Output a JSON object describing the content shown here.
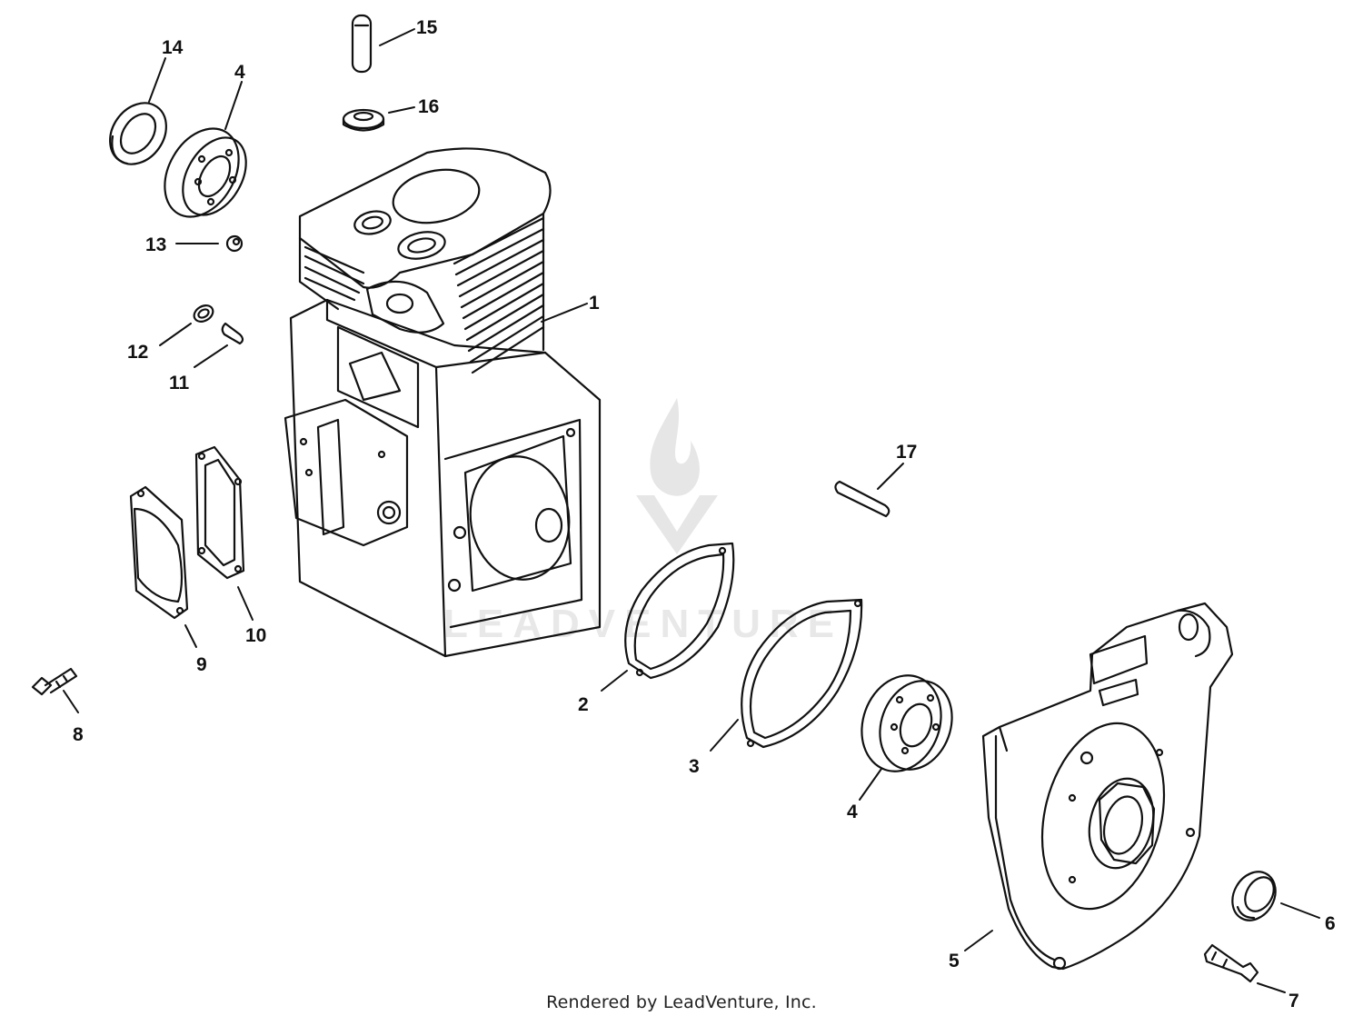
{
  "diagram": {
    "callouts": [
      {
        "id": "c1",
        "text": "1"
      },
      {
        "id": "c2",
        "text": "2"
      },
      {
        "id": "c3",
        "text": "3"
      },
      {
        "id": "c4a",
        "text": "4"
      },
      {
        "id": "c4b",
        "text": "4"
      },
      {
        "id": "c5",
        "text": "5"
      },
      {
        "id": "c6",
        "text": "6"
      },
      {
        "id": "c7",
        "text": "7"
      },
      {
        "id": "c8",
        "text": "8"
      },
      {
        "id": "c9",
        "text": "9"
      },
      {
        "id": "c10",
        "text": "10"
      },
      {
        "id": "c11",
        "text": "11"
      },
      {
        "id": "c12",
        "text": "12"
      },
      {
        "id": "c13",
        "text": "13"
      },
      {
        "id": "c14",
        "text": "14"
      },
      {
        "id": "c15",
        "text": "15"
      },
      {
        "id": "c16",
        "text": "16"
      },
      {
        "id": "c17",
        "text": "17"
      }
    ]
  },
  "watermark": {
    "text": "LEADVENTURE"
  },
  "footer": {
    "text": "Rendered by LeadVenture, Inc."
  },
  "colors": {
    "line": "#111111",
    "background": "#ffffff",
    "watermark": "#d8d8d8"
  }
}
